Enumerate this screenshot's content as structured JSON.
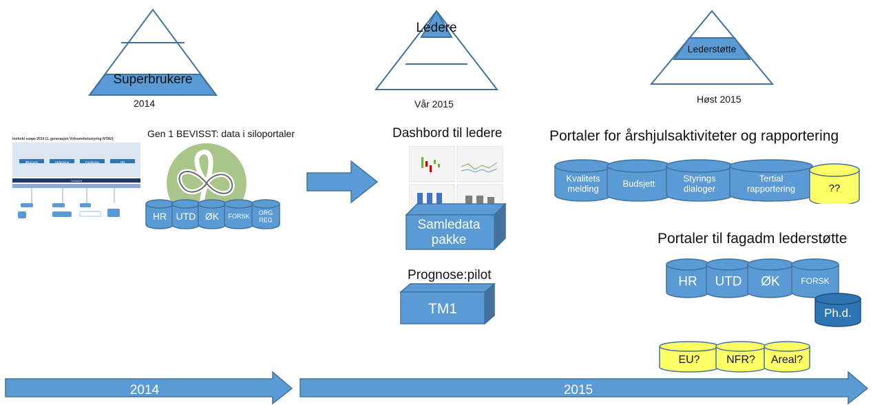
{
  "timeline": {
    "year_2014": "2014",
    "year_2015": "2015",
    "colors": {
      "arrow": "#5b9bd5",
      "arrow_dark": "#41719c",
      "yellow": "#ffff66"
    }
  },
  "phases": {
    "p1": {
      "pyramid_label": "Superbrukere",
      "period": "2014"
    },
    "p2": {
      "pyramid_label": "Ledere",
      "period": "Vår 2015"
    },
    "p3": {
      "pyramid_label": "Lederstøtte",
      "period": "Høst 2015"
    }
  },
  "gen1": {
    "title": "Gen 1 BEVISST: data i siloportaler",
    "silos": [
      "HR",
      "UTD",
      "ØK",
      "FORSK",
      "ORG REG"
    ]
  },
  "thumbnail": {
    "title": "Innhold scope 2014 (1. generasjon Virksomhetsstyring NTNU)",
    "boxes": [
      "Økonomi",
      "Utdanning",
      "Forskning",
      "HR"
    ],
    "band": "ODIN/DS"
  },
  "dashboard": {
    "title": "Dashbord til ledere",
    "package": [
      "Samledata",
      "pakke"
    ]
  },
  "prognose": {
    "title": "Prognose:pilot",
    "box": "TM1"
  },
  "portals_year": {
    "title": "Portaler for årshjulsaktiviteter og rapportering",
    "items": [
      [
        "Kvalitets",
        "melding"
      ],
      [
        "Budsjett"
      ],
      [
        "Styrings",
        "dialoger"
      ],
      [
        "Tertial",
        "rapportering"
      ],
      [
        "??"
      ]
    ]
  },
  "portals_fag": {
    "title": "Portaler til fagadm lederstøtte",
    "items": [
      "HR",
      "UTD",
      "ØK",
      "FORSK"
    ],
    "extra": "Ph.d."
  },
  "future": {
    "items": [
      "EU?",
      "NFR?",
      "Areal?"
    ]
  }
}
